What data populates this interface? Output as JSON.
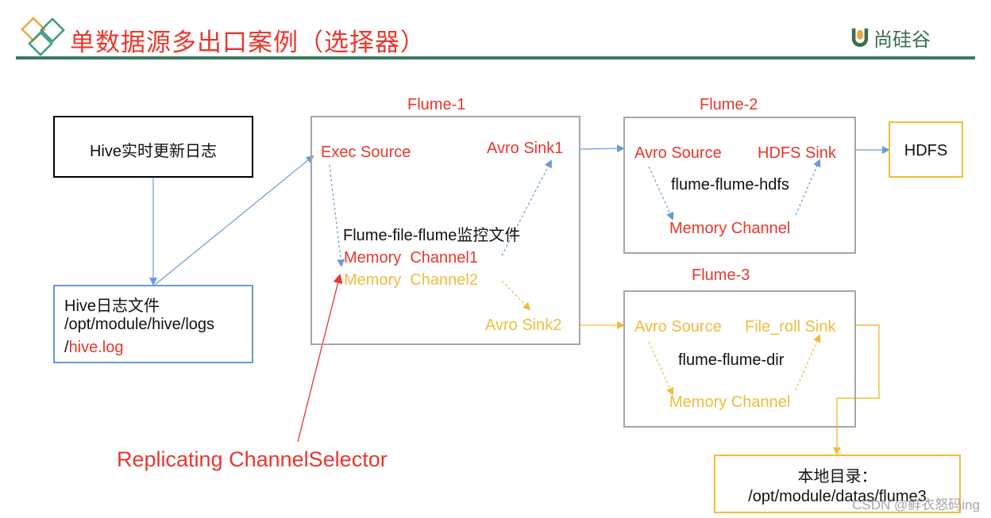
{
  "header": {
    "title": "单数据源多出口案例（选择器）",
    "logo_text": "尚硅谷",
    "logo_icon": "u-logo-icon",
    "title_icon": "diamonds-icon",
    "rule_color": "#3a7a5e"
  },
  "colors": {
    "red": "#e8372d",
    "yellow": "#f0bd3c",
    "blue_arrow": "#6a9bd4",
    "box_gray": "#a6a6a6",
    "box_black": "#000000",
    "box_blue": "#6a9bd4"
  },
  "hive_source": {
    "label": "Hive实时更新日志"
  },
  "hive_log": {
    "line1": "Hive日志文件",
    "line2": "/opt/module/hive/logs",
    "line3_prefix": "/",
    "line3_highlight": "hive.log"
  },
  "flume1": {
    "title": "Flume-1",
    "exec_source": "Exec Source",
    "avro_sink1": "Avro Sink1",
    "description": "Flume-file-flume监控文件",
    "channel1_a": "Memory",
    "channel1_b": "Channel1",
    "channel2_a": "Memory",
    "channel2_b": "Channel2",
    "avro_sink2": "Avro Sink2"
  },
  "flume2": {
    "title": "Flume-2",
    "source": "Avro Source",
    "sink": "HDFS Sink",
    "description": "flume-flume-hdfs",
    "channel": "Memory Channel"
  },
  "hdfs": {
    "label": "HDFS"
  },
  "flume3": {
    "title": "Flume-3",
    "source": "Avro Source",
    "sink": "File_roll Sink",
    "description": "flume-flume-dir",
    "channel": "Memory Channel"
  },
  "local_dir": {
    "line1": "本地目录：",
    "line2": "/opt/module/datas/flume3"
  },
  "selector_label": "Replicating ChannelSelector",
  "watermark": "CSDN @鲜衣怒码ing"
}
